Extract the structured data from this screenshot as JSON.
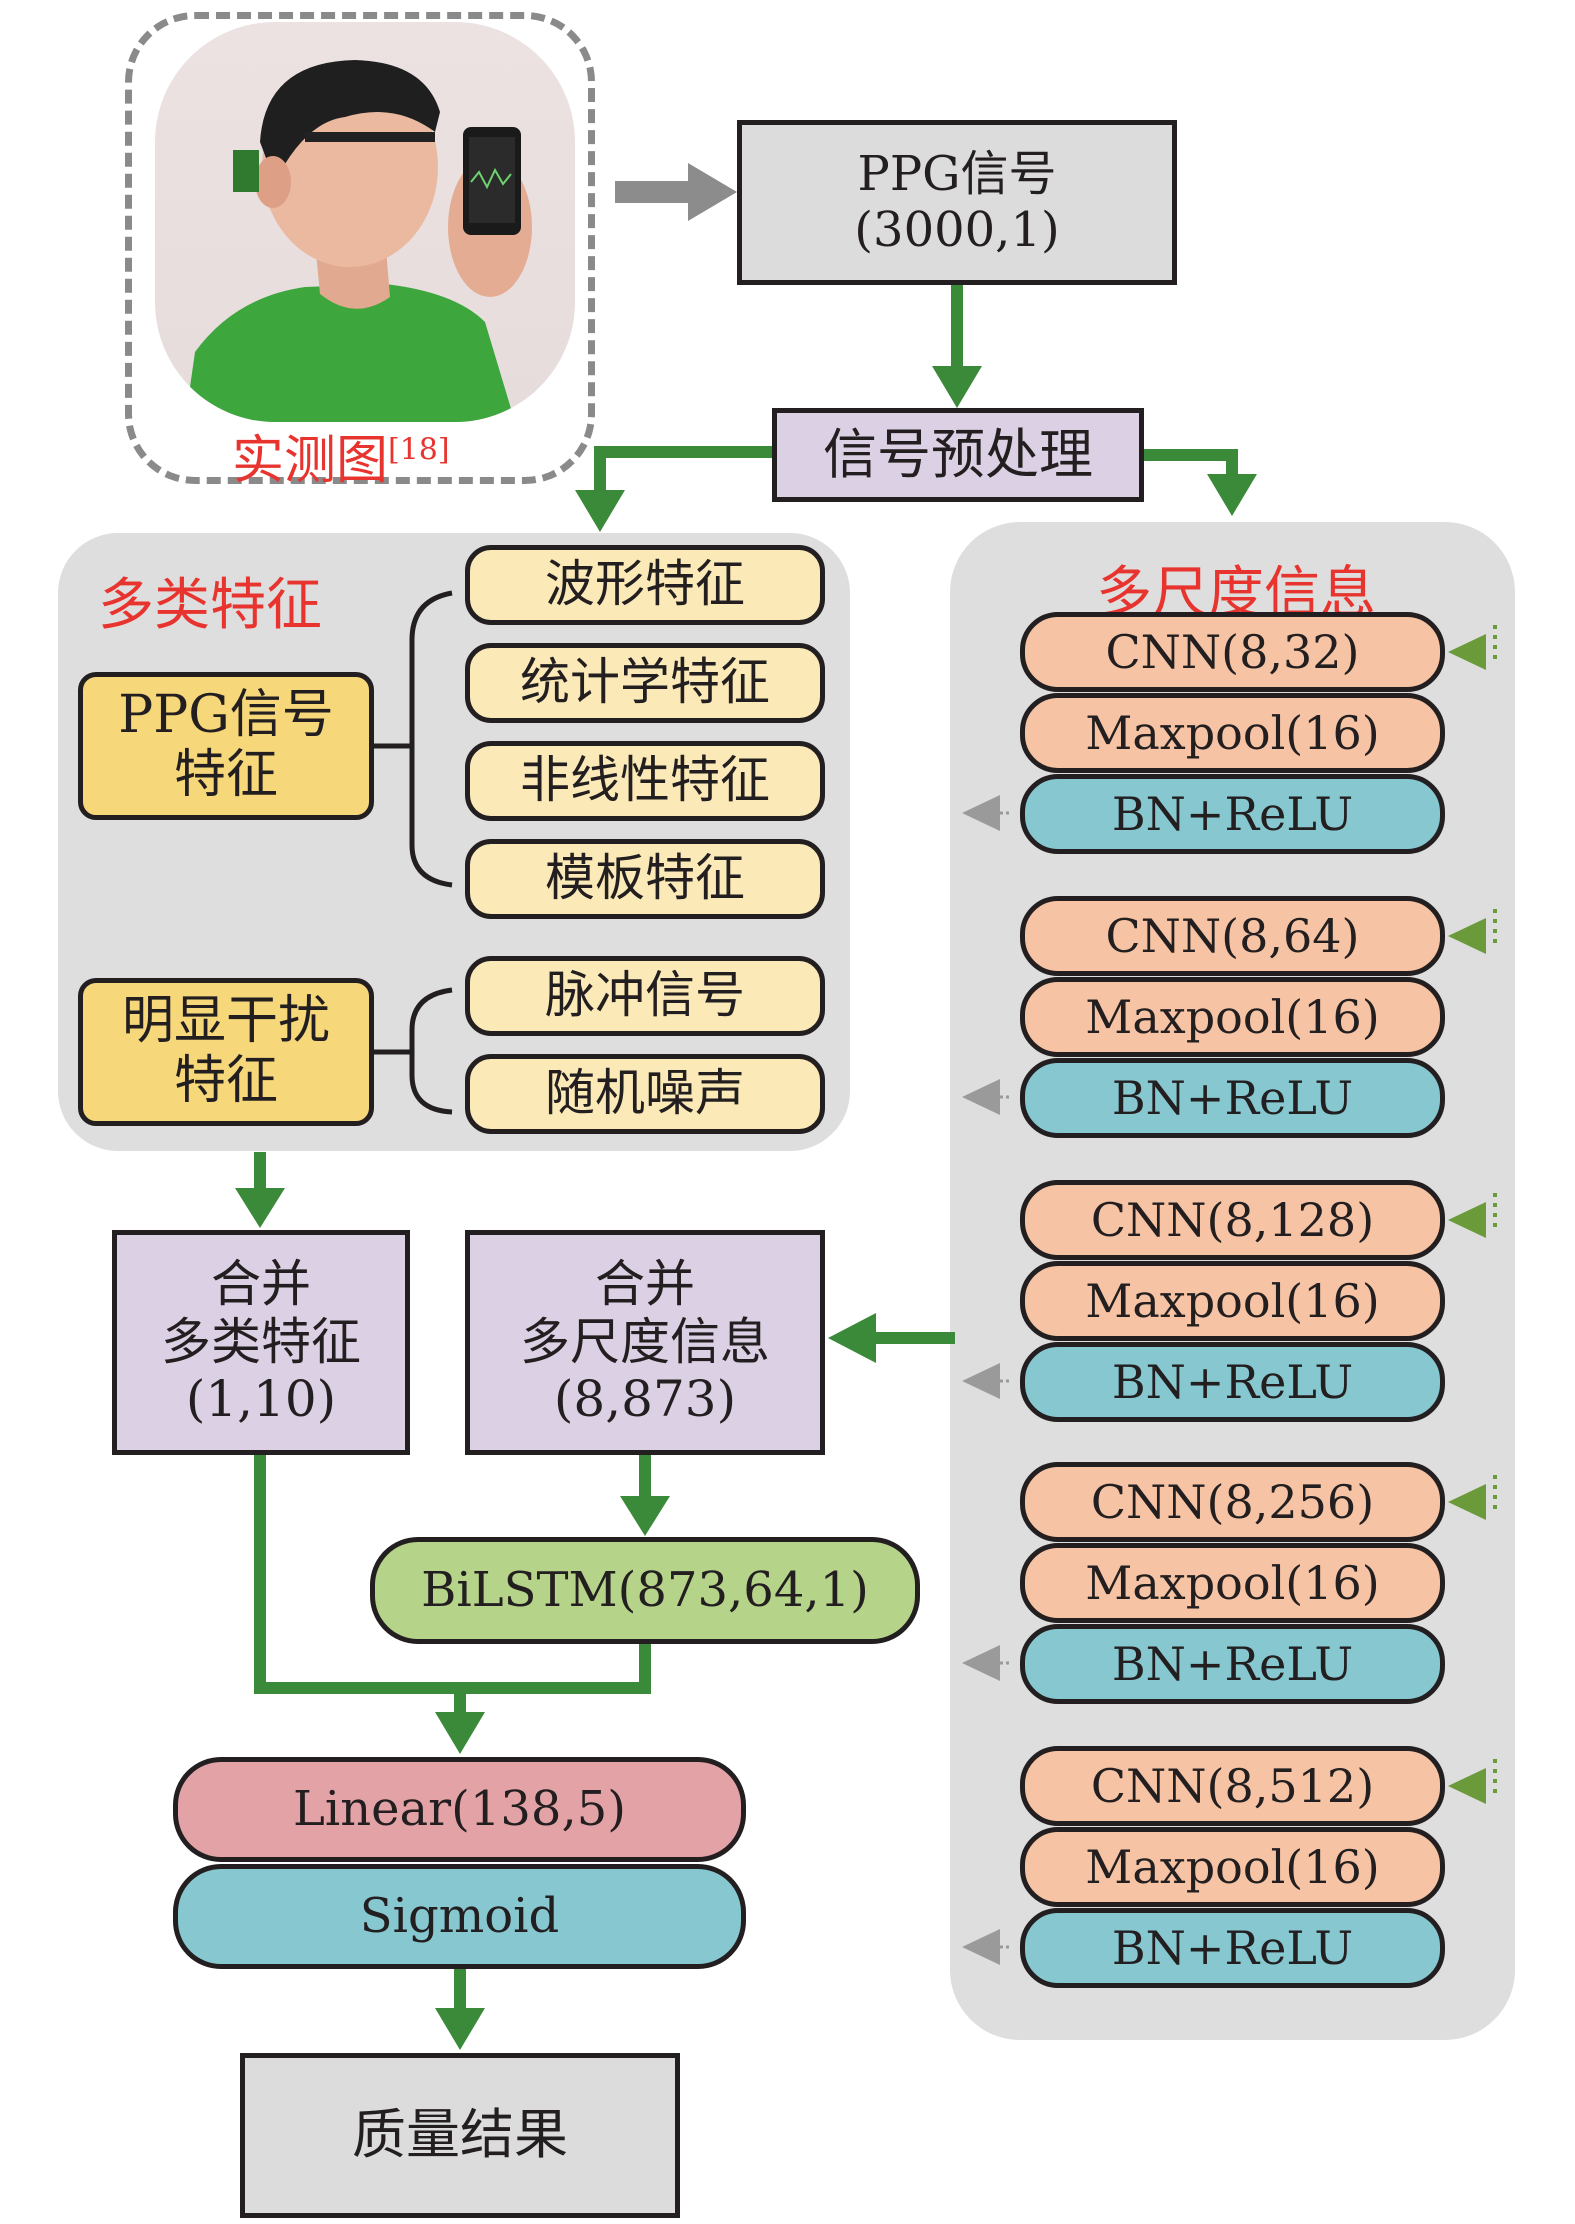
{
  "photo": {
    "caption": "实测图",
    "citation": "[18]"
  },
  "ppg_signal": {
    "line1": "PPG信号",
    "line2": "(3000,1)"
  },
  "preprocess": {
    "label": "信号预处理"
  },
  "multiclass": {
    "title": "多类特征",
    "ppg_group": {
      "line1": "PPG信号",
      "line2": "特征"
    },
    "ppg_features": [
      "波形特征",
      "统计学特征",
      "非线性特征",
      "模板特征"
    ],
    "noise_group": {
      "line1": "明显干扰",
      "line2": "特征"
    },
    "noise_features": [
      "脉冲信号",
      "随机噪声"
    ]
  },
  "multiscale": {
    "title": "多尺度信息",
    "blocks": [
      {
        "cnn": "CNN(8,32)",
        "pool": "Maxpool(16)",
        "bn": "BN+ReLU"
      },
      {
        "cnn": "CNN(8,64)",
        "pool": "Maxpool(16)",
        "bn": "BN+ReLU"
      },
      {
        "cnn": "CNN(8,128)",
        "pool": "Maxpool(16)",
        "bn": "BN+ReLU"
      },
      {
        "cnn": "CNN(8,256)",
        "pool": "Maxpool(16)",
        "bn": "BN+ReLU"
      },
      {
        "cnn": "CNN(8,512)",
        "pool": "Maxpool(16)",
        "bn": "BN+ReLU"
      }
    ]
  },
  "merge_features": {
    "line1": "合并",
    "line2": "多类特征",
    "line3": "(1,10)"
  },
  "merge_scales": {
    "line1": "合并",
    "line2": "多尺度信息",
    "line3": "(8,873)"
  },
  "bilstm": {
    "label": "BiLSTM(873,64,1)"
  },
  "linear": {
    "label": "Linear(138,5)"
  },
  "sigmoid": {
    "label": "Sigmoid"
  },
  "result": {
    "label": "质量结果"
  },
  "colors": {
    "arrow_green": "#3a8a3a",
    "arrow_gray": "#8c8c8c",
    "side_arrow_green": "#6a9a3a",
    "caption_red": "#e8342f"
  }
}
